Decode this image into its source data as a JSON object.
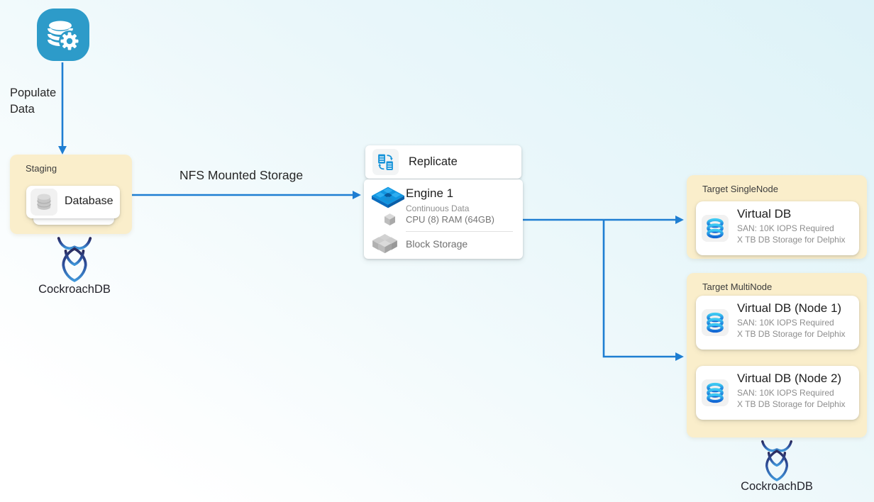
{
  "colors": {
    "arrow_blue": "#1e7ed2",
    "group_box_yellow": "#faeecb",
    "populate_icon_blue": "#2d9bc9",
    "replicate_icon_blue": "#1592d8",
    "background_tint": "#ddf2f8"
  },
  "populate": {
    "label": "Populate\nData"
  },
  "staging": {
    "title": "Staging",
    "database_label": "Database"
  },
  "cockroachdb_left": {
    "label": "CockroachDB"
  },
  "nfs": {
    "label": "NFS Mounted Storage"
  },
  "replicate": {
    "label": "Replicate"
  },
  "engine": {
    "title": "Engine 1",
    "line1": "Continuous Data",
    "line2": "CPU (8) RAM (64GB)",
    "block_storage_label": "Block Storage"
  },
  "target_single": {
    "title": "Target SingleNode",
    "cards": [
      {
        "title": "Virtual DB",
        "line1": "SAN: 10K IOPS Required",
        "line2": "X TB DB Storage for Delphix"
      }
    ]
  },
  "target_multi": {
    "title": "Target MultiNode",
    "cards": [
      {
        "title": "Virtual DB (Node 1)",
        "line1": "SAN: 10K IOPS Required",
        "line2": "X TB DB Storage for Delphix"
      },
      {
        "title": "Virtual DB (Node 2)",
        "line1": "SAN: 10K IOPS Required",
        "line2": "X TB DB Storage for Delphix"
      }
    ]
  },
  "cockroachdb_right": {
    "label": "CockroachDB"
  }
}
